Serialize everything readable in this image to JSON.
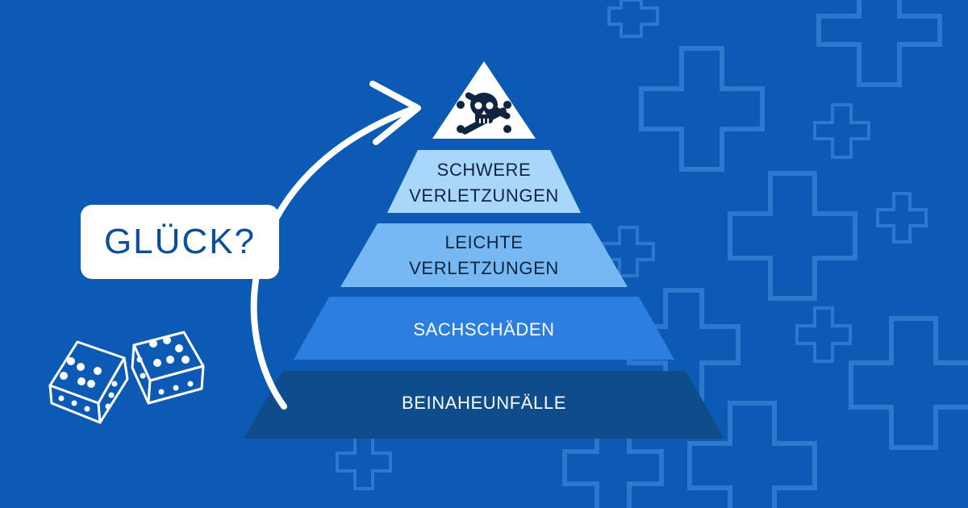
{
  "bubble": {
    "text": "GLÜCK?"
  },
  "pyramid": {
    "top_icon": "skull-and-crossbones-icon",
    "levels": [
      {
        "line1": "SCHWERE",
        "line2": "VERLETZUNGEN",
        "color": "#a9d7fb"
      },
      {
        "line1": "LEICHTE",
        "line2": "VERLETZUNGEN",
        "color": "#76b8f2"
      },
      {
        "line1": "SACHSCHÄDEN",
        "color": "#2b7fe0"
      },
      {
        "line1": "BEINAHEUNFÄLLE",
        "color": "#0f4c8c"
      }
    ],
    "apex_color": "#ffffff"
  },
  "colors": {
    "background": "#0d5ab4",
    "background_crosses": "#2d78cf",
    "text_dark": "#10243f",
    "text_light": "#ffffff"
  },
  "icons": {
    "arrow": "curved-arrow-icon",
    "dice": "dice-icon"
  }
}
